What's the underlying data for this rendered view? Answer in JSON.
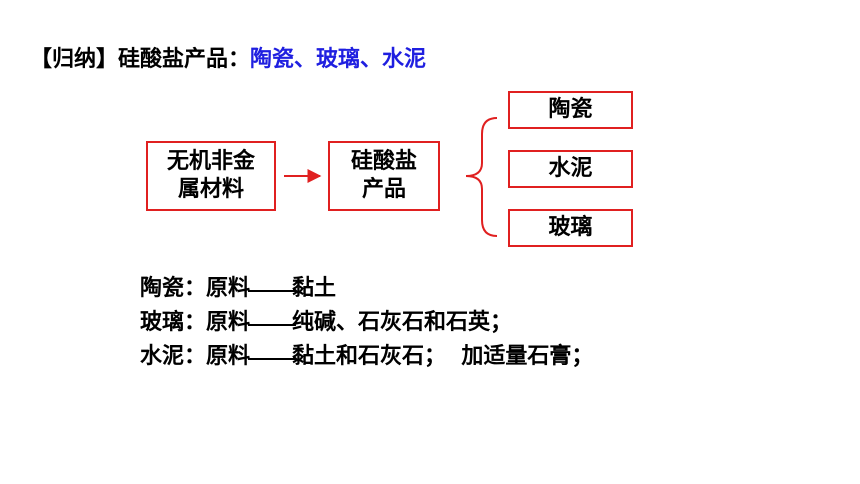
{
  "title": {
    "prefix": "【归纳】硅酸盐产品：",
    "highlight": "陶瓷、玻璃、水泥"
  },
  "diagram": {
    "source": {
      "line1": "无机非金",
      "line2": "属材料"
    },
    "middle": {
      "line1": "硅酸盐",
      "line2": "产品"
    },
    "products": [
      "陶瓷",
      "水泥",
      "玻璃"
    ]
  },
  "notes": [
    {
      "label": "陶瓷：原料",
      "value": "黏土"
    },
    {
      "label": "玻璃：原料",
      "value": "纯碱、石灰石和石英；"
    },
    {
      "label": "水泥：原料",
      "value": "黏土和石灰石；  加适量石膏；"
    }
  ],
  "colors": {
    "box_border": "#e02020",
    "arrow": "#e02020",
    "highlight_text": "#1f1fe0",
    "text": "#000000"
  }
}
